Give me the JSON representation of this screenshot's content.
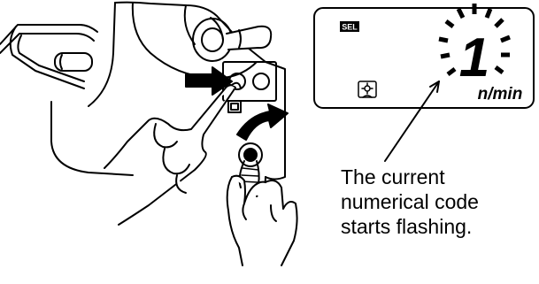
{
  "display": {
    "mode_badge": "SEL",
    "digit": "1",
    "unit": "n/min",
    "icon": "gear-cycle-icon"
  },
  "caption": {
    "line1": "The current",
    "line2": "numerical code",
    "line3": "starts flashing."
  },
  "icons": {
    "arrows": "curved-arrow-icon",
    "hand": "hand-icon",
    "key": "key-icon"
  }
}
